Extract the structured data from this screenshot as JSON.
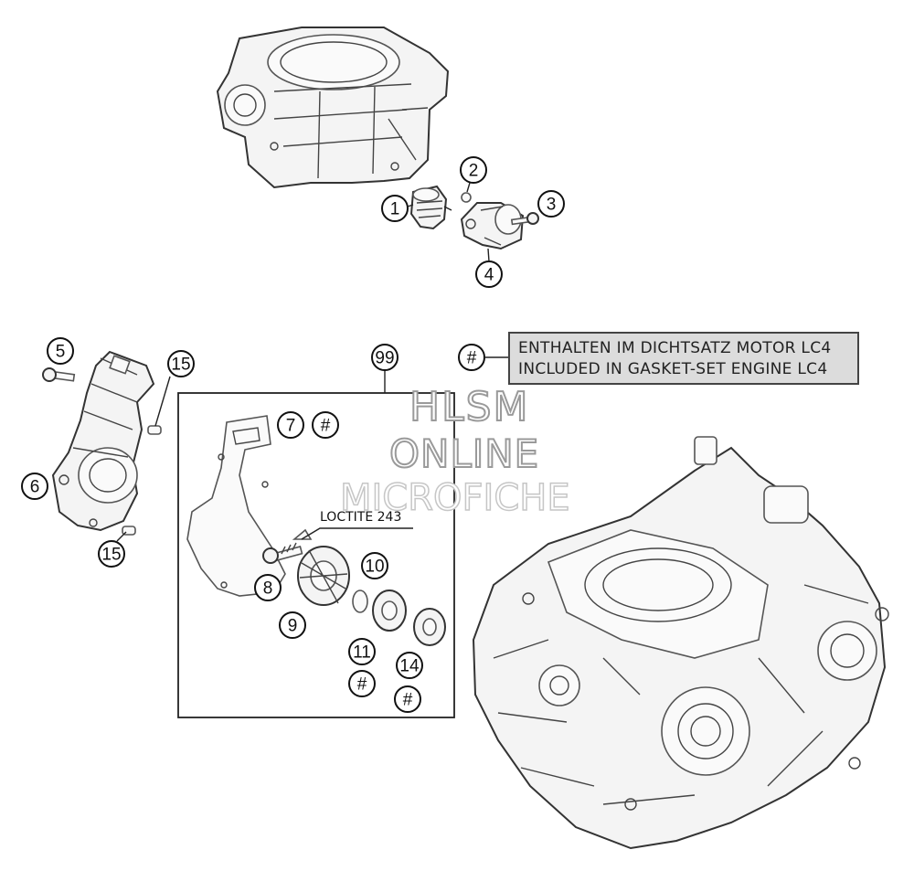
{
  "callouts": {
    "c1": "1",
    "c2": "2",
    "c3": "3",
    "c4": "4",
    "c5": "5",
    "c6": "6",
    "c7": "7",
    "c8": "8",
    "c9": "9",
    "c10": "10",
    "c11": "11",
    "c14": "14",
    "c15a": "15",
    "c15b": "15",
    "c99": "99"
  },
  "gasket_marker": "#",
  "legend": {
    "marker": "#",
    "line1": "ENTHALTEN IM DICHTSATZ MOTOR LC4",
    "line2": "INCLUDED IN GASKET-SET ENGINE LC4"
  },
  "loctite_label": "LOCTITE 243",
  "watermark": {
    "line1": "HLSM",
    "line2": "ONLINE",
    "line3": "MICROFICHE"
  }
}
